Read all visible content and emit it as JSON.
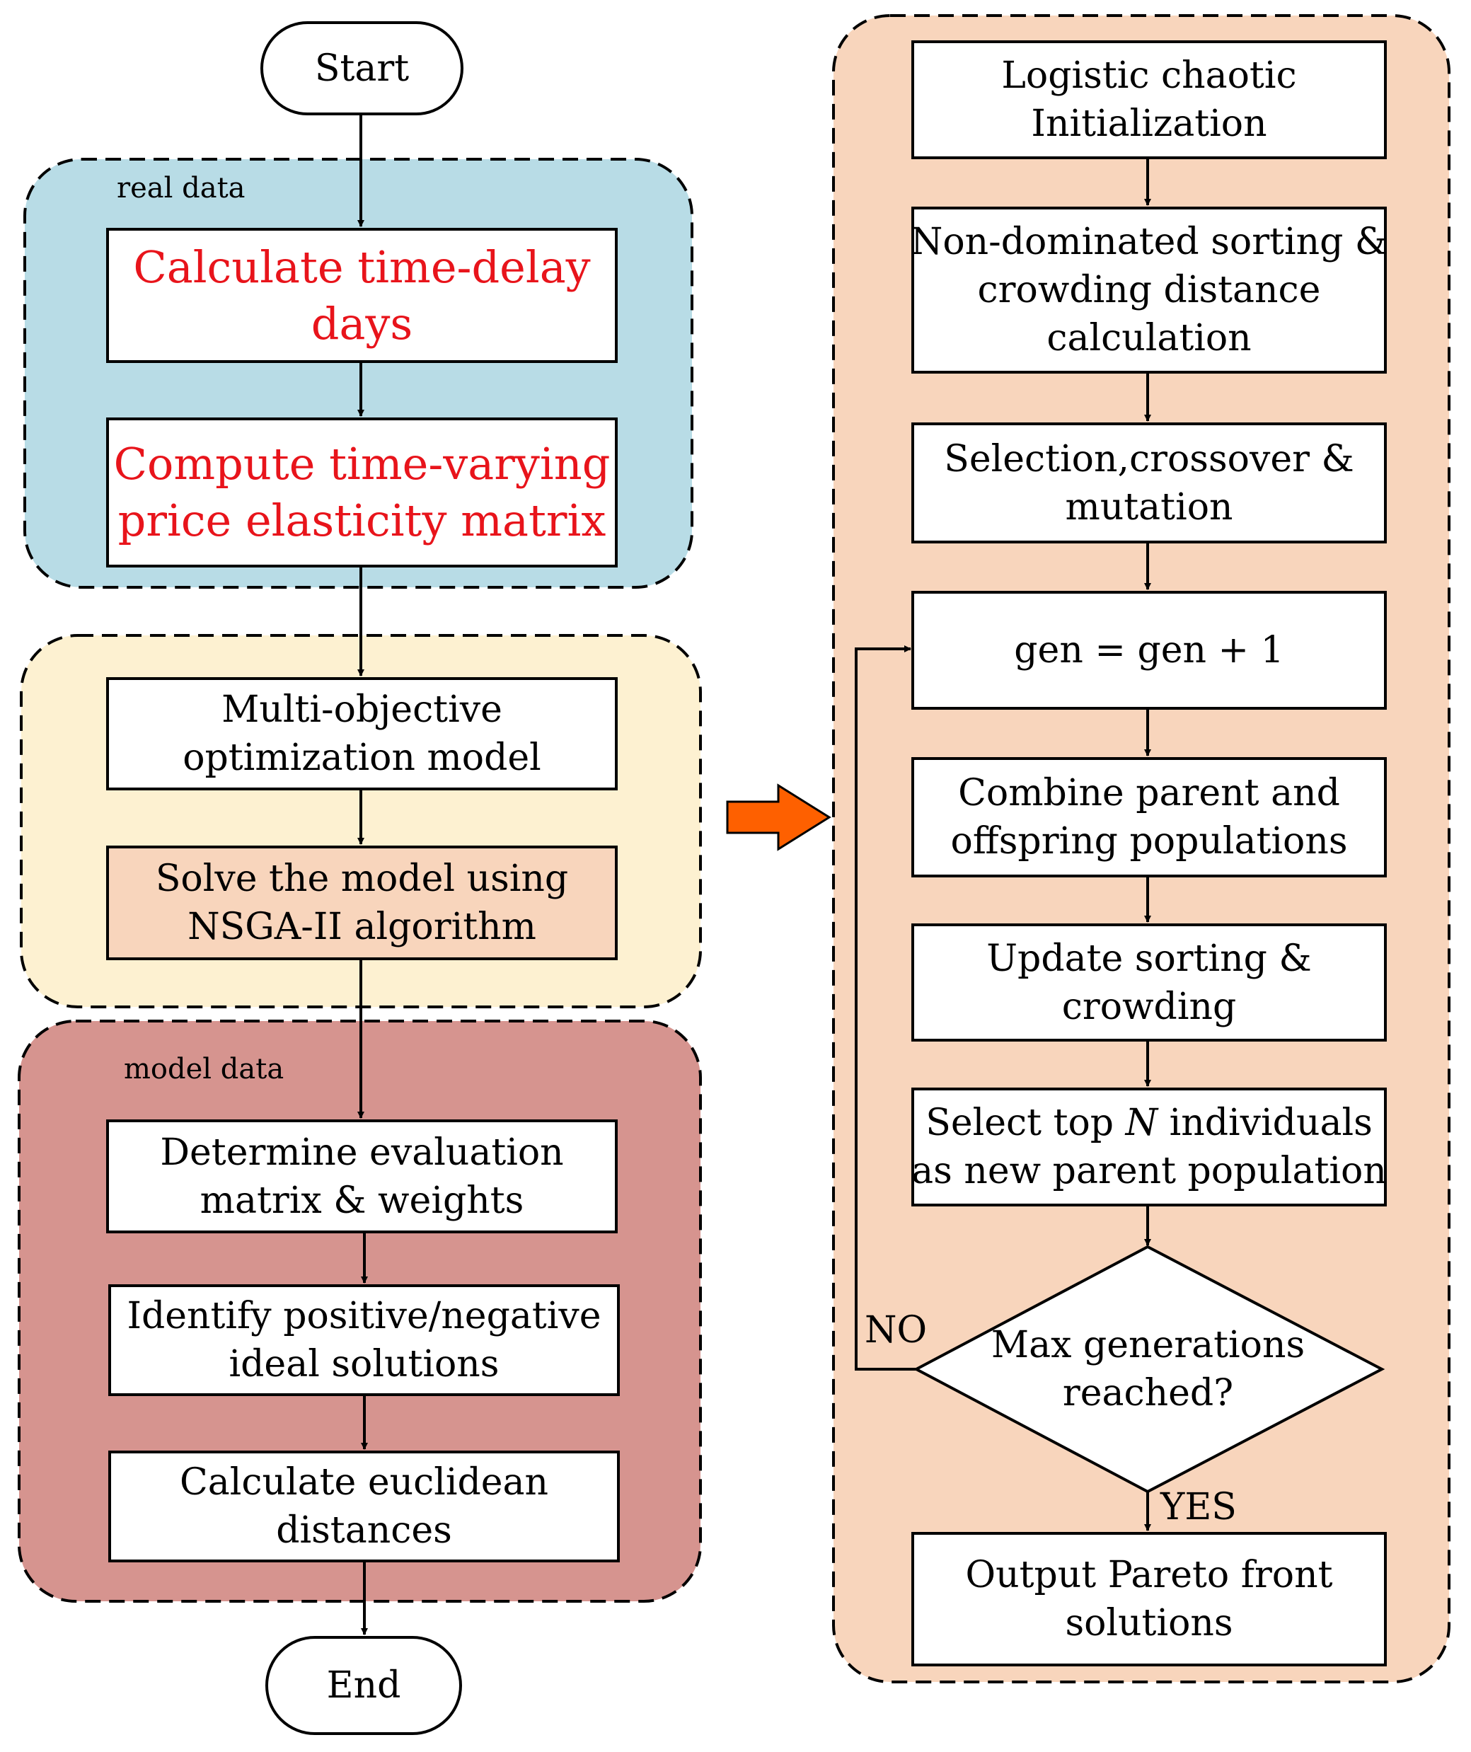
{
  "groups": {
    "real_data_label": "real data",
    "model_data_label": "model data"
  },
  "colors": {
    "real_data_bg": "#b8dce6",
    "optimization_bg": "#fdf1d1",
    "model_data_bg": "#d6948f",
    "nsga_panel_bg": "#f8d5bc",
    "highlight_text": "#e8141b",
    "arrow_orange": "#fe6000"
  },
  "left": {
    "start": "Start",
    "end": "End",
    "time_delay": [
      "Calculate time-delay",
      "days"
    ],
    "elasticity": [
      "Compute time-varying",
      "price elasticity matrix"
    ],
    "mo_model": [
      "Multi-objective",
      "optimization model"
    ],
    "solve": [
      "Solve the model using",
      "NSGA-II algorithm"
    ],
    "eval_matrix": [
      "Determine evaluation",
      "matrix & weights"
    ],
    "ideal": [
      "Identify positive/negative",
      "ideal solutions"
    ],
    "euclid": [
      "Calculate euclidean",
      "distances"
    ]
  },
  "right": {
    "init": [
      "Logistic chaotic",
      "Initialization"
    ],
    "sorting": [
      "Non-dominated sorting &",
      "crowding distance",
      "calculation"
    ],
    "selection": [
      "Selection,crossover &",
      "mutation"
    ],
    "gen": [
      "gen = gen + 1"
    ],
    "combine": [
      "Combine parent and",
      "offspring populations"
    ],
    "update": [
      "Update sorting &",
      "crowding"
    ],
    "select_top": {
      "pre": "Select top ",
      "var": "N",
      "post": " individuals",
      "line2": "as new parent population"
    },
    "decision": [
      "Max generations",
      "reached?"
    ],
    "no_label": "NO",
    "yes_label": "YES",
    "output": [
      "Output Pareto front",
      "solutions"
    ]
  }
}
